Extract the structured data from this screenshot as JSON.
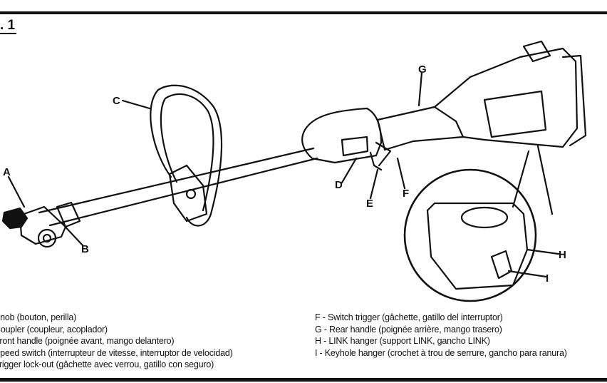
{
  "figure": {
    "label": ". 1"
  },
  "callouts": {
    "A": "A",
    "B": "B",
    "C": "C",
    "D": "D",
    "E": "E",
    "F": "F",
    "G": "G",
    "H": "H",
    "I": "I"
  },
  "legend": {
    "left": [
      "Knob (bouton, perilla)",
      "Coupler (coupleur, acoplador)",
      "Front handle (poignée avant, mango delantero)",
      "Speed switch (interrupteur de vitesse, interruptor de velocidad)",
      "Trigger lock-out (gâchette avec verrou, gatillo con seguro)"
    ],
    "right": [
      "F - Switch trigger (gâchette, gatillo del interruptor)",
      "G - Rear handle (poignée arrière, mango trasero)",
      "H - LINK hanger (support LINK, gancho LINK)",
      "I  - Keyhole hanger (crochet à trou de serrure, gancho para ranura)"
    ]
  }
}
